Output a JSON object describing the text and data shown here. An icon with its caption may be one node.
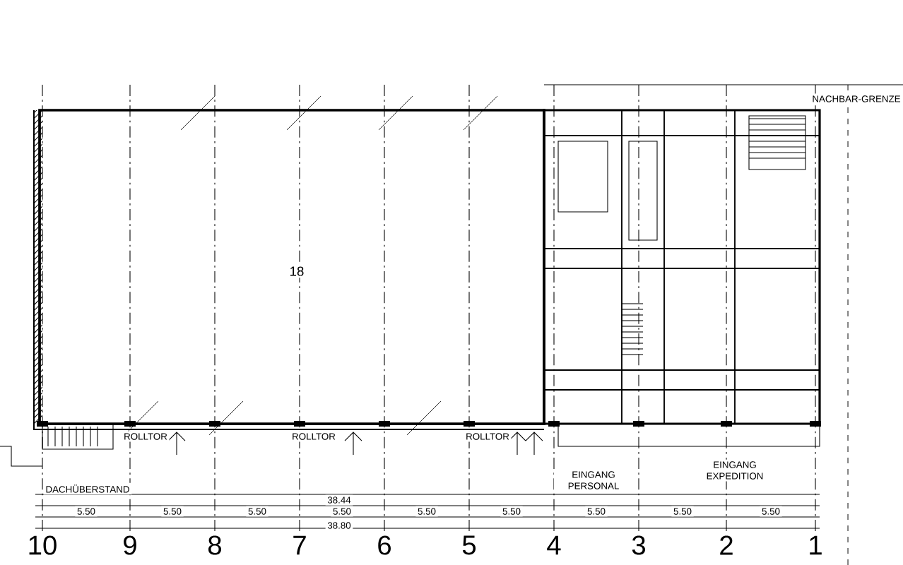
{
  "diagram": {
    "labels": [
      "NACHBAR-GRENZE",
      "18",
      "ROLLTOR",
      "ROLLTOR",
      "ROLLTOR",
      "EINGANG EXPEDITION",
      "EINGANG PERSONAL",
      "DACHÜBERSTAND",
      "38.44",
      "5.50",
      "5.50",
      "5.50",
      "5.50",
      "5.50",
      "5.50",
      "5.50",
      "5.50",
      "5.50",
      "38.80",
      "10",
      "9",
      "8",
      "7",
      "6",
      "5",
      "4",
      "3",
      "2",
      "1"
    ]
  }
}
